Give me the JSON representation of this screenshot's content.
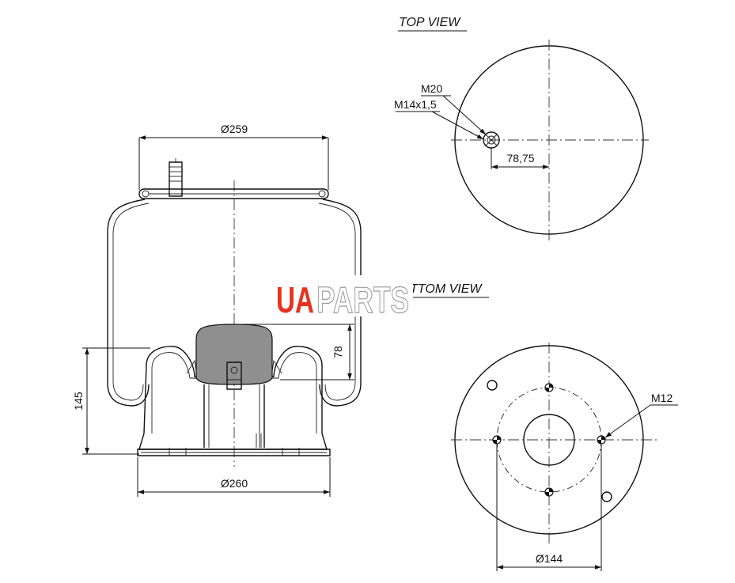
{
  "views": {
    "top_title": "TOP VIEW",
    "bottom_title": "BOTTOM VIEW"
  },
  "dimensions": {
    "top_diameter": "Ø259",
    "bottom_diameter": "Ø260",
    "height": "145",
    "piston_height": "78",
    "bolt_circle": "Ø144",
    "offset": "78,75"
  },
  "threads": {
    "air_port": "M20",
    "air_fitting": "M14x1,5",
    "bolts": "M12"
  },
  "logo": {
    "part1": "UA",
    "part2": "PARTS",
    "color": "#e8321e"
  }
}
